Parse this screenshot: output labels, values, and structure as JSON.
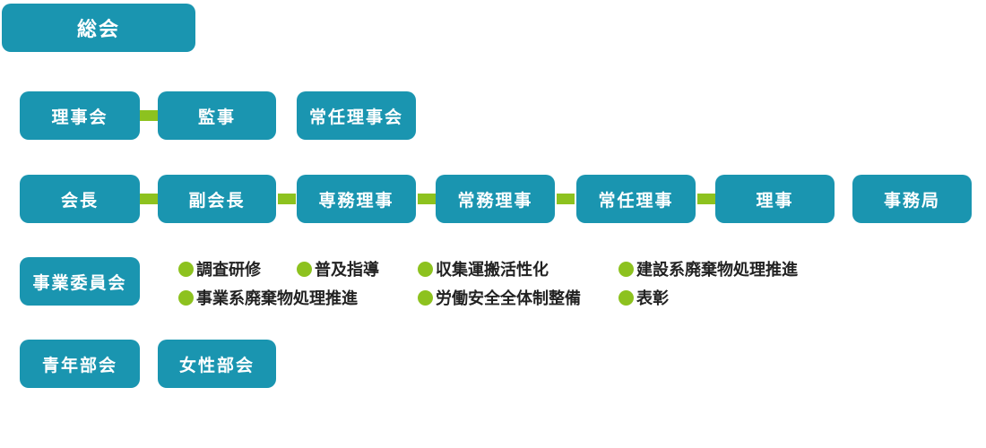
{
  "general_meeting": "総会",
  "row1": [
    "理事会",
    "監事",
    "常任理事会"
  ],
  "row2": [
    "会長",
    "副会長",
    "専務理事",
    "常務理事",
    "常任理事",
    "理事",
    "事務局"
  ],
  "committee": {
    "label": "事業委員会",
    "items": [
      "調査研修",
      "普及指導",
      "収集運搬活性化",
      "建設系廃棄物処理推進",
      "事業系廃棄物処理推進",
      "労働安全全体制整備",
      "表彰"
    ]
  },
  "row4": [
    "青年部会",
    "女性部会"
  ],
  "colors": {
    "box": "#1a95b0",
    "connector": "#8dc21f",
    "bullet": "#8dc21f"
  }
}
